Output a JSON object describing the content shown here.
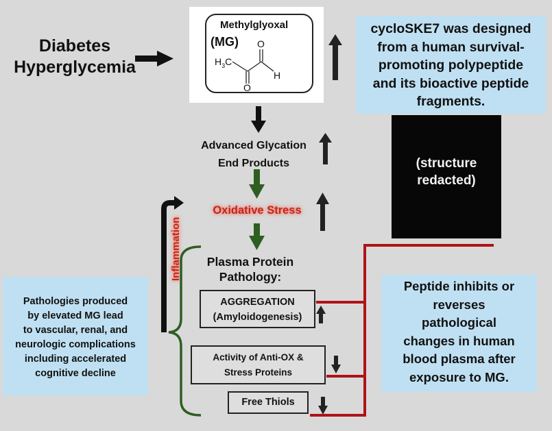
{
  "diagram": {
    "title_left": {
      "line1": "Diabetes",
      "line2": "Hyperglycemia"
    },
    "mg_box": {
      "name": "Methylglyoxal",
      "abbr": "(MG)",
      "formula_methyl": "H3C",
      "atom_o": "O",
      "atom_h": "H"
    },
    "cyclo_box": {
      "lines": [
        "cycloSKE7 was designed",
        "from a human  survival-",
        "promoting polypeptide",
        "and its bioactive peptide",
        "fragments."
      ]
    },
    "redacted_box": {
      "line1": "(structure",
      "line2": "redacted)"
    },
    "age": {
      "line1": "Advanced Glycation",
      "line2": "End Products"
    },
    "oxidative_stress": "Oxidative Stress",
    "inflammation": "Inflammation",
    "plasma": {
      "line1": "Plasma Protein",
      "line2": "Pathology:"
    },
    "aggregation": {
      "line1": "AGGREGATION",
      "line2": "(Amyloidogenesis)"
    },
    "antiox": {
      "line1": "Activity of  Anti-OX &",
      "line2": "Stress Proteins"
    },
    "thiols": "Free Thiols",
    "pathologies_box": {
      "lines": [
        "Pathologies produced",
        "by elevated MG lead",
        "to vascular, renal, and",
        "neurologic complications",
        "including accelerated",
        "cognitive decline"
      ]
    },
    "peptide_box": {
      "lines": [
        "Peptide inhibits or",
        "reverses",
        "pathological",
        "changes in human",
        "blood plasma after",
        "exposure to MG."
      ]
    },
    "colors": {
      "background": "#d9d9d9",
      "blue_box": "#bfe0f2",
      "green_arrow": "#2d5e22",
      "red_line": "#b01218",
      "oxidative_text": "#c0281c"
    }
  }
}
